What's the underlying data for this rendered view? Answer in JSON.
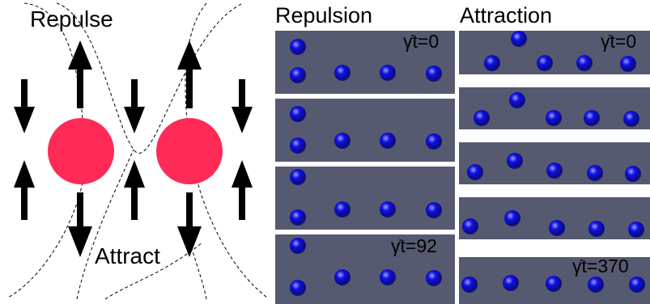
{
  "schematic": {
    "repulse_label": "Repulse",
    "attract_label": "Attract",
    "particle_color": "#ff2a55",
    "arrow_color": "#000000"
  },
  "columns": {
    "left_title": "Repulsion",
    "right_title": "Attraction"
  },
  "frames": {
    "panel_color": "#555a70",
    "repulsion_first_time": "γ̇t=0",
    "repulsion_last_time": "γ̇t=92",
    "attraction_first_time": "γ̇t=0",
    "attraction_last_time": "γ̇t=370"
  }
}
